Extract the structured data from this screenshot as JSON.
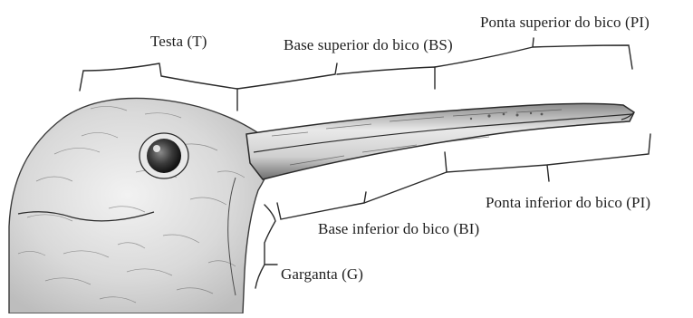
{
  "labels": {
    "forehead": "Testa (T)",
    "upper_base": "Base superior do bico (BS)",
    "upper_tip": "Ponta superior do bico (PI)",
    "lower_tip": "Ponta inferior do bico (PI)",
    "lower_base": "Base inferior do bico (BI)",
    "throat": "Garganta (G)"
  },
  "colors": {
    "ink": "#1e1e1e",
    "feather_light": "#cfcfcf",
    "feather_dark": "#3a3a3a",
    "background": "#ffffff"
  }
}
